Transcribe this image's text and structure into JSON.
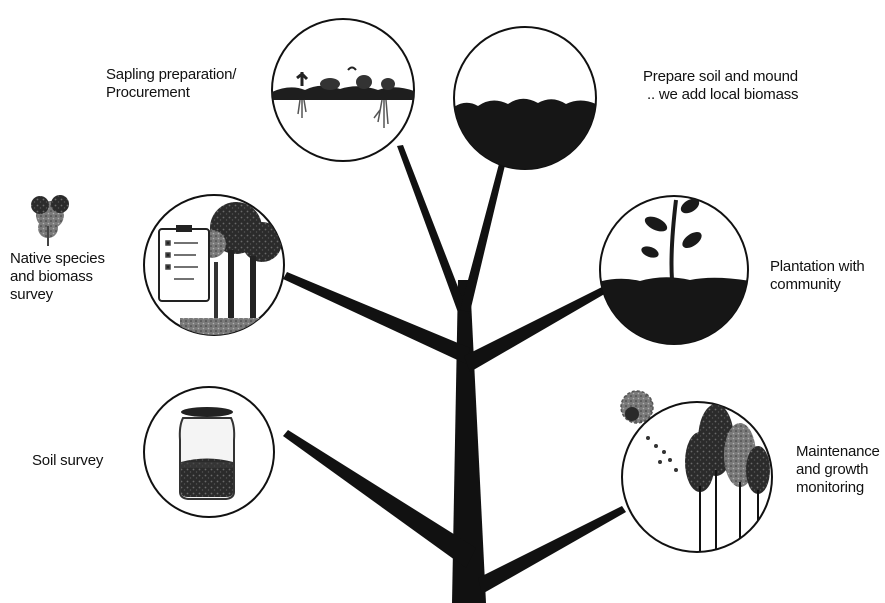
{
  "colors": {
    "ink": "#111111",
    "paper": "#ffffff",
    "soil": "#1a1a1a",
    "foliage": "#2b2b2b"
  },
  "steps": [
    {
      "id": "soil-survey",
      "lines": [
        "Soil survey"
      ],
      "icon": "soil-jar-icon"
    },
    {
      "id": "native-species",
      "lines": [
        "Native species",
        "and biomass",
        "survey"
      ],
      "icon": "survey-clipboard-icon"
    },
    {
      "id": "sapling",
      "lines": [
        "Sapling preparation/",
        "Procurement"
      ],
      "icon": "sapling-roots-icon"
    },
    {
      "id": "prepare-soil",
      "lines": [
        "Prepare soil and mound",
        ".. we add local biomass"
      ],
      "icon": "soil-mound-icon"
    },
    {
      "id": "plantation",
      "lines": [
        "Plantation with",
        "community"
      ],
      "icon": "seedling-icon"
    },
    {
      "id": "maintenance",
      "lines": [
        "Maintenance",
        "and growth",
        "monitoring"
      ],
      "icon": "watering-trees-icon"
    }
  ]
}
